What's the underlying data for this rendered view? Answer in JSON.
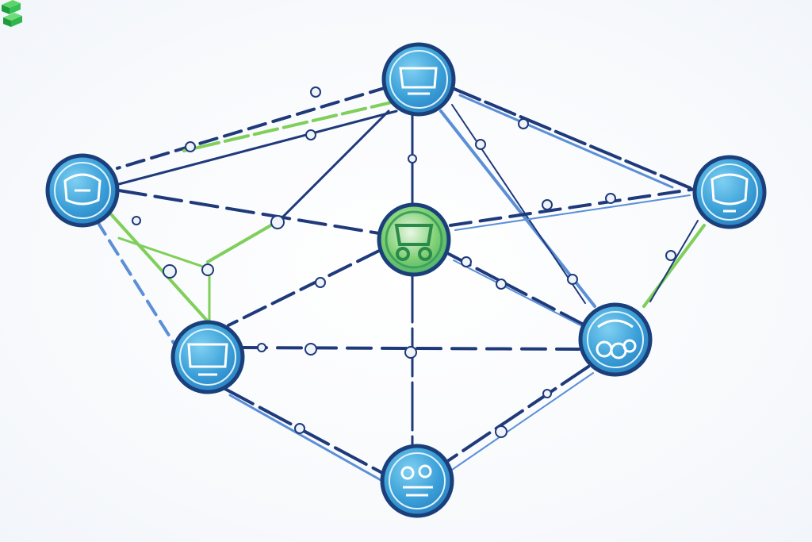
{
  "diagram": {
    "nodes": [
      {
        "id": "top-node",
        "kind": "blue"
      },
      {
        "id": "left-node",
        "kind": "blue"
      },
      {
        "id": "center-node",
        "kind": "green"
      },
      {
        "id": "right-node",
        "kind": "blue"
      },
      {
        "id": "lower-left-node",
        "kind": "blue"
      },
      {
        "id": "lower-right-node",
        "kind": "blue"
      },
      {
        "id": "bottom-node",
        "kind": "blue"
      }
    ],
    "edges": [
      {
        "from": "top-node",
        "to": "left-node",
        "style": "dashed-navy"
      },
      {
        "from": "top-node",
        "to": "left-node",
        "style": "green"
      },
      {
        "from": "top-node",
        "to": "center-node",
        "style": "navy"
      },
      {
        "from": "top-node",
        "to": "right-node",
        "style": "navy"
      },
      {
        "from": "top-node",
        "to": "lower-right-node",
        "style": "blue"
      },
      {
        "from": "top-node",
        "to": "lower-left-node",
        "style": "navy"
      },
      {
        "from": "left-node",
        "to": "center-node",
        "style": "dashed-navy"
      },
      {
        "from": "left-node",
        "to": "lower-left-node",
        "style": "blue"
      },
      {
        "from": "left-node",
        "to": "lower-left-node",
        "style": "green"
      },
      {
        "from": "center-node",
        "to": "right-node",
        "style": "dashed-navy"
      },
      {
        "from": "center-node",
        "to": "lower-left-node",
        "style": "dashed-navy"
      },
      {
        "from": "center-node",
        "to": "lower-right-node",
        "style": "dashed-navy"
      },
      {
        "from": "center-node",
        "to": "bottom-node",
        "style": "navy"
      },
      {
        "from": "right-node",
        "to": "lower-right-node",
        "style": "green"
      },
      {
        "from": "lower-left-node",
        "to": "lower-right-node",
        "style": "dashed-navy"
      },
      {
        "from": "lower-left-node",
        "to": "bottom-node",
        "style": "blue"
      },
      {
        "from": "lower-right-node",
        "to": "bottom-node",
        "style": "dashed-navy"
      }
    ],
    "colors": {
      "navy": "#1f3a7a",
      "blue": "#5b8fd6",
      "green": "#7fcf5a",
      "node_fill": "#3aa0d8",
      "node_ring": "#1a3f7a",
      "center_fill": "#5fbf6a",
      "logo_green": "#2fbf4f"
    }
  }
}
